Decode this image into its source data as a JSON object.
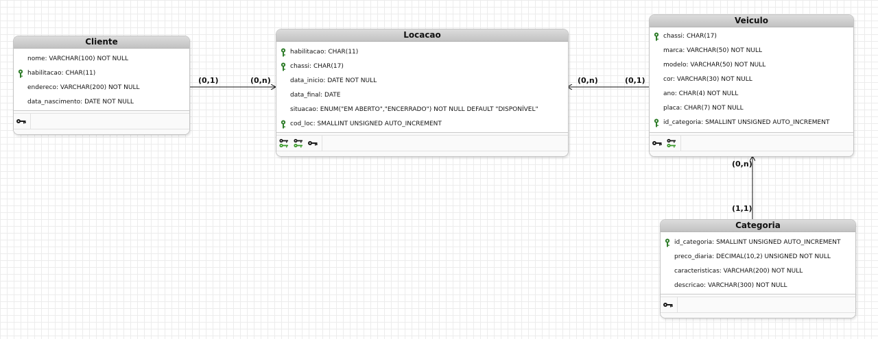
{
  "entities": {
    "cliente": {
      "title": "Cliente",
      "attributes": [
        {
          "text": "nome: VARCHAR(100) NOT NULL",
          "key": false
        },
        {
          "text": "habilitacao: CHAR(11)",
          "key": true
        },
        {
          "text": "endereco: VARCHAR(200) NOT NULL",
          "key": false
        },
        {
          "text": "data_nascimento: DATE NOT NULL",
          "key": false
        }
      ],
      "index_icons": [
        "primary-key-index"
      ]
    },
    "locacao": {
      "title": "Locacao",
      "attributes": [
        {
          "text": "habilitacao: CHAR(11)",
          "key": true
        },
        {
          "text": "chassi: CHAR(17)",
          "key": true
        },
        {
          "text": "data_inicio: DATE NOT NULL",
          "key": false
        },
        {
          "text": "data_final: DATE",
          "key": false
        },
        {
          "text": "situacao: ENUM(\"EM ABERTO\",\"ENCERRADO\") NOT NULL DEFAULT \"DISPONÍVEL\"",
          "key": false
        },
        {
          "text": "cod_loc: SMALLINT UNSIGNED AUTO_INCREMENT",
          "key": true
        }
      ],
      "index_icons": [
        "foreign-key-index",
        "foreign-key-index",
        "primary-key-index"
      ]
    },
    "veiculo": {
      "title": "Veiculo",
      "attributes": [
        {
          "text": "chassi: CHAR(17)",
          "key": true
        },
        {
          "text": "marca: VARCHAR(50) NOT NULL",
          "key": false
        },
        {
          "text": "modelo: VARCHAR(50) NOT NULL",
          "key": false
        },
        {
          "text": "cor: VARCHAR(30) NOT NULL",
          "key": false
        },
        {
          "text": "ano: CHAR(4) NOT NULL",
          "key": false
        },
        {
          "text": "placa: CHAR(7) NOT NULL",
          "key": false
        },
        {
          "text": "id_categoria: SMALLINT UNSIGNED AUTO_INCREMENT",
          "key": true
        }
      ],
      "index_icons": [
        "primary-key-index",
        "foreign-key-index"
      ]
    },
    "categoria": {
      "title": "Categoria",
      "attributes": [
        {
          "text": "id_categoria: SMALLINT UNSIGNED AUTO_INCREMENT",
          "key": true
        },
        {
          "text": "preco_diaria: DECIMAL(10,2) UNSIGNED NOT NULL",
          "key": false
        },
        {
          "text": "caracteristicas: VARCHAR(200) NOT NULL",
          "key": false
        },
        {
          "text": "descricao: VARCHAR(300) NOT NULL",
          "key": false
        }
      ],
      "index_icons": [
        "primary-key-index"
      ]
    }
  },
  "relationships": [
    {
      "name": "cliente-locacao",
      "from_card": "(0,1)",
      "to_card": "(0,n)"
    },
    {
      "name": "veiculo-locacao",
      "from_card": "(0,1)",
      "to_card": "(0,n)"
    },
    {
      "name": "categoria-veiculo",
      "from_card": "(1,1)",
      "to_card": "(0,n)"
    }
  ],
  "colors": {
    "primary_key": "#2f7d2a",
    "index_key": "#1a1a1a",
    "foreign_key_green": "#3a9a2a",
    "header_gradient_top": "#dcdcdc",
    "header_gradient_bottom": "#c2c2c2"
  }
}
